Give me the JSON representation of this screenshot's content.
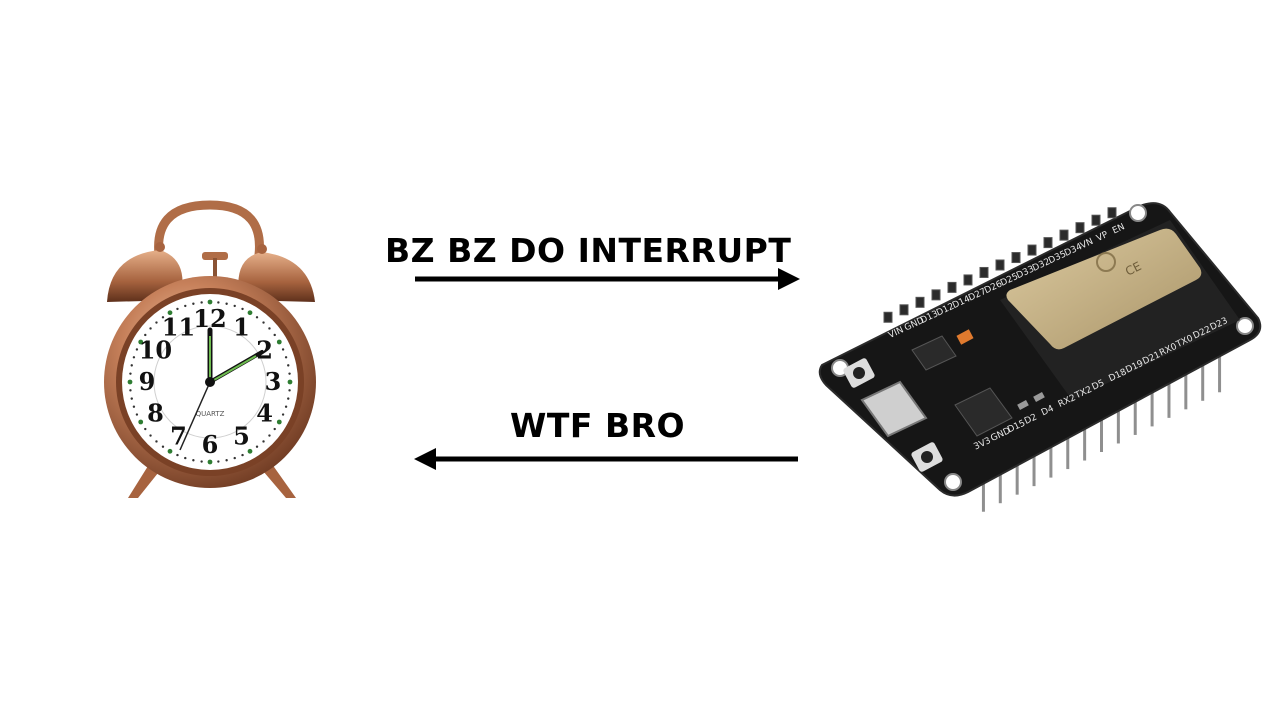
{
  "diagram": {
    "message_to_board": "BZ BZ DO INTERRUPT",
    "message_to_clock": "WTF BRO"
  },
  "clock": {
    "brand": "QUARTZ",
    "numerals": [
      "12",
      "1",
      "2",
      "3",
      "4",
      "5",
      "6",
      "7",
      "8",
      "9",
      "10",
      "11"
    ]
  },
  "board": {
    "top_pins": [
      "VIN",
      "GND",
      "D13",
      "D12",
      "D14",
      "D27",
      "D26",
      "D25",
      "D33",
      "D32",
      "D35",
      "D34",
      "VN",
      "VP",
      "EN"
    ],
    "bottom_pins": [
      "3V3",
      "GND",
      "D15",
      "D2",
      "D4",
      "RX2",
      "TX2",
      "D5",
      "D18",
      "D19",
      "D21",
      "RX0",
      "TX0",
      "D22",
      "D23"
    ]
  },
  "colors": {
    "arrow": "#000000",
    "clock_body": "#b8744f",
    "board_pcb": "#1a1a1a",
    "module_shield": "#c9b48a"
  }
}
